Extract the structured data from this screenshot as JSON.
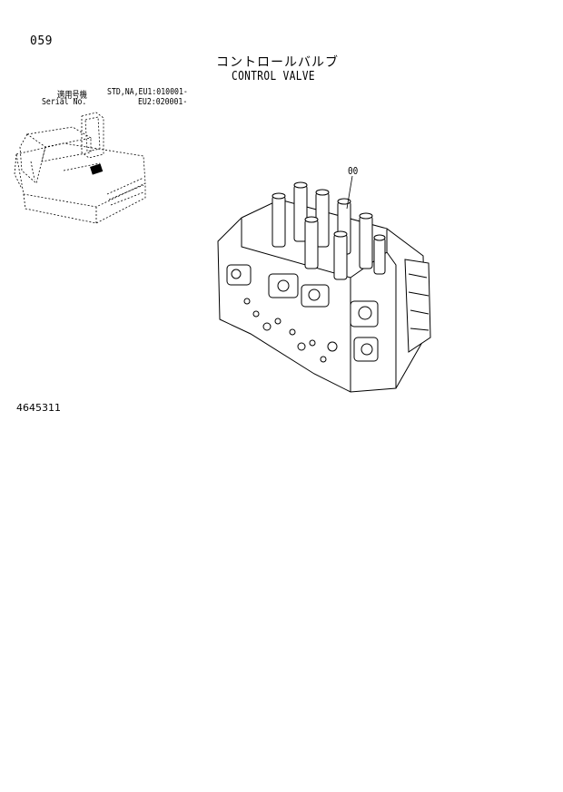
{
  "page": {
    "page_number": "059",
    "title_jp": "コントロールバルブ",
    "title_en": "CONTROL VALVE"
  },
  "serial": {
    "label_jp": "適用号機",
    "label_en": "Serial No.",
    "std_line": "STD,NA,EU1:010001-",
    "eu2_line": "EU2:020001-"
  },
  "diagram": {
    "callout": "00"
  },
  "footer": {
    "part_code": "4645311"
  }
}
